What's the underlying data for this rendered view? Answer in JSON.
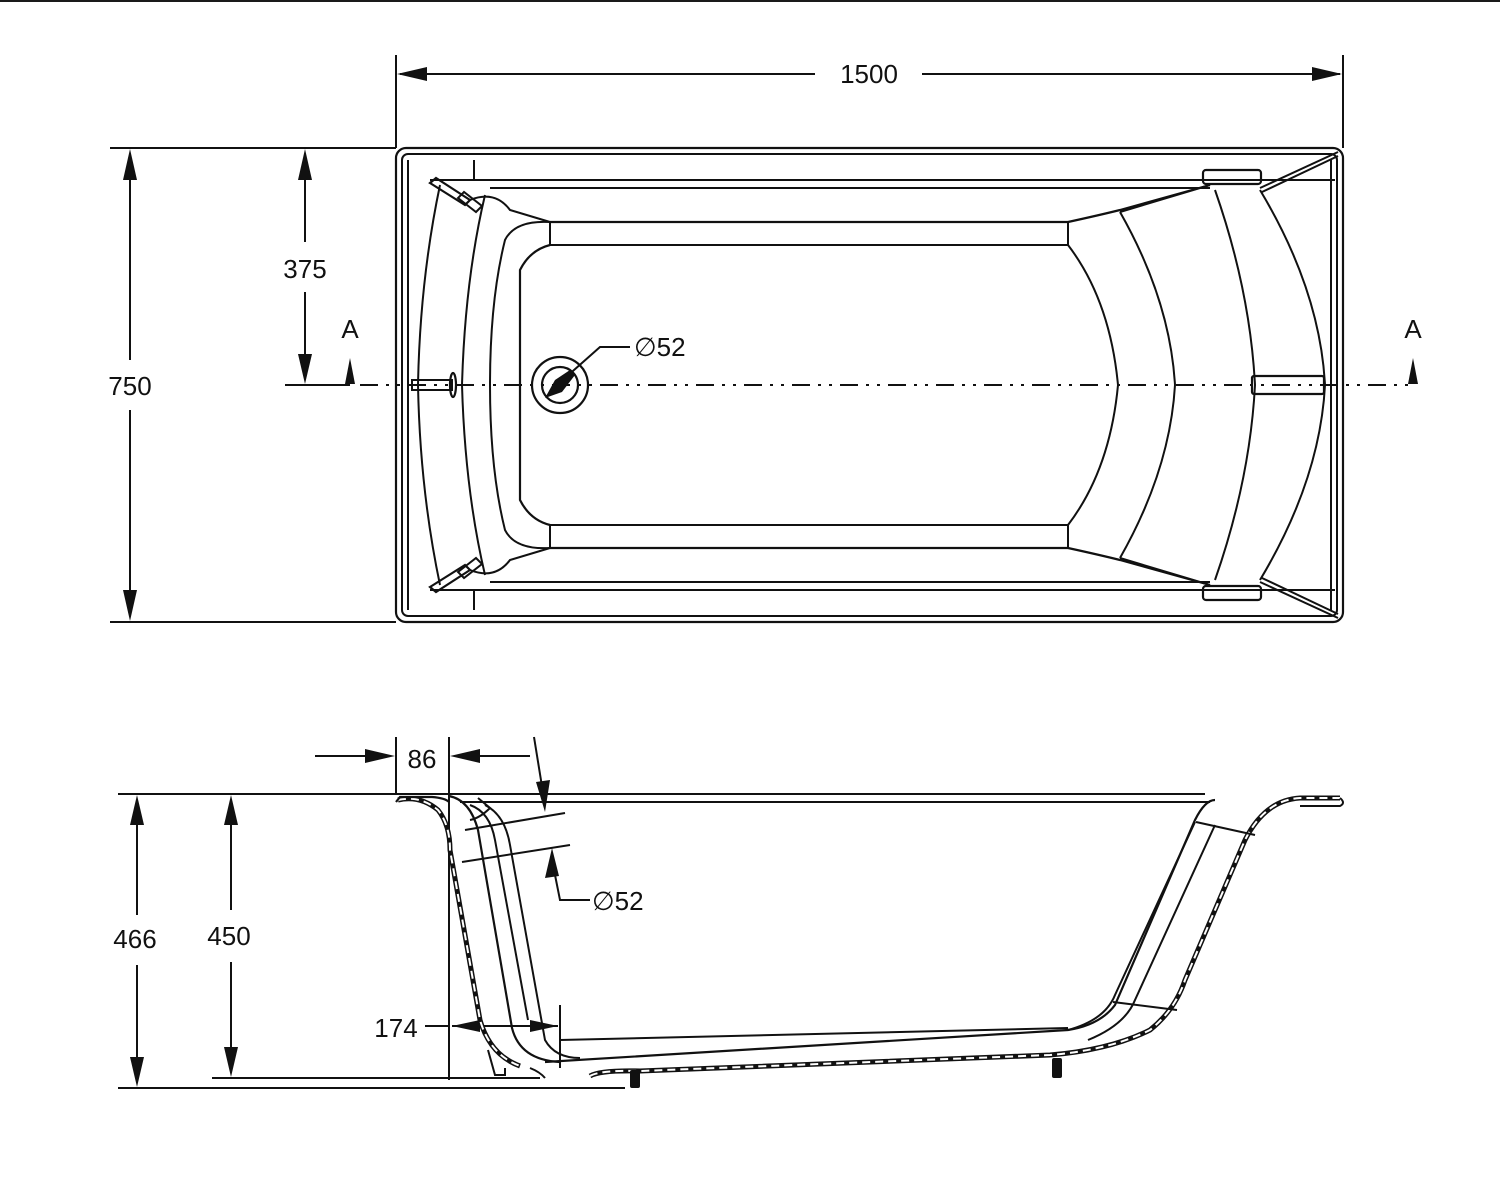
{
  "drawing": {
    "subject": "bathtub",
    "plan_view": {
      "overall_length": "1500",
      "overall_width": "750",
      "half_width": "375",
      "drain_diameter": "∅52",
      "section_marker_left": "A",
      "section_marker_right": "A"
    },
    "section_view": {
      "rim_width": "86",
      "overflow_diameter": "∅52",
      "overall_height": "466",
      "inner_depth": "450",
      "bottom_offset": "174"
    }
  }
}
